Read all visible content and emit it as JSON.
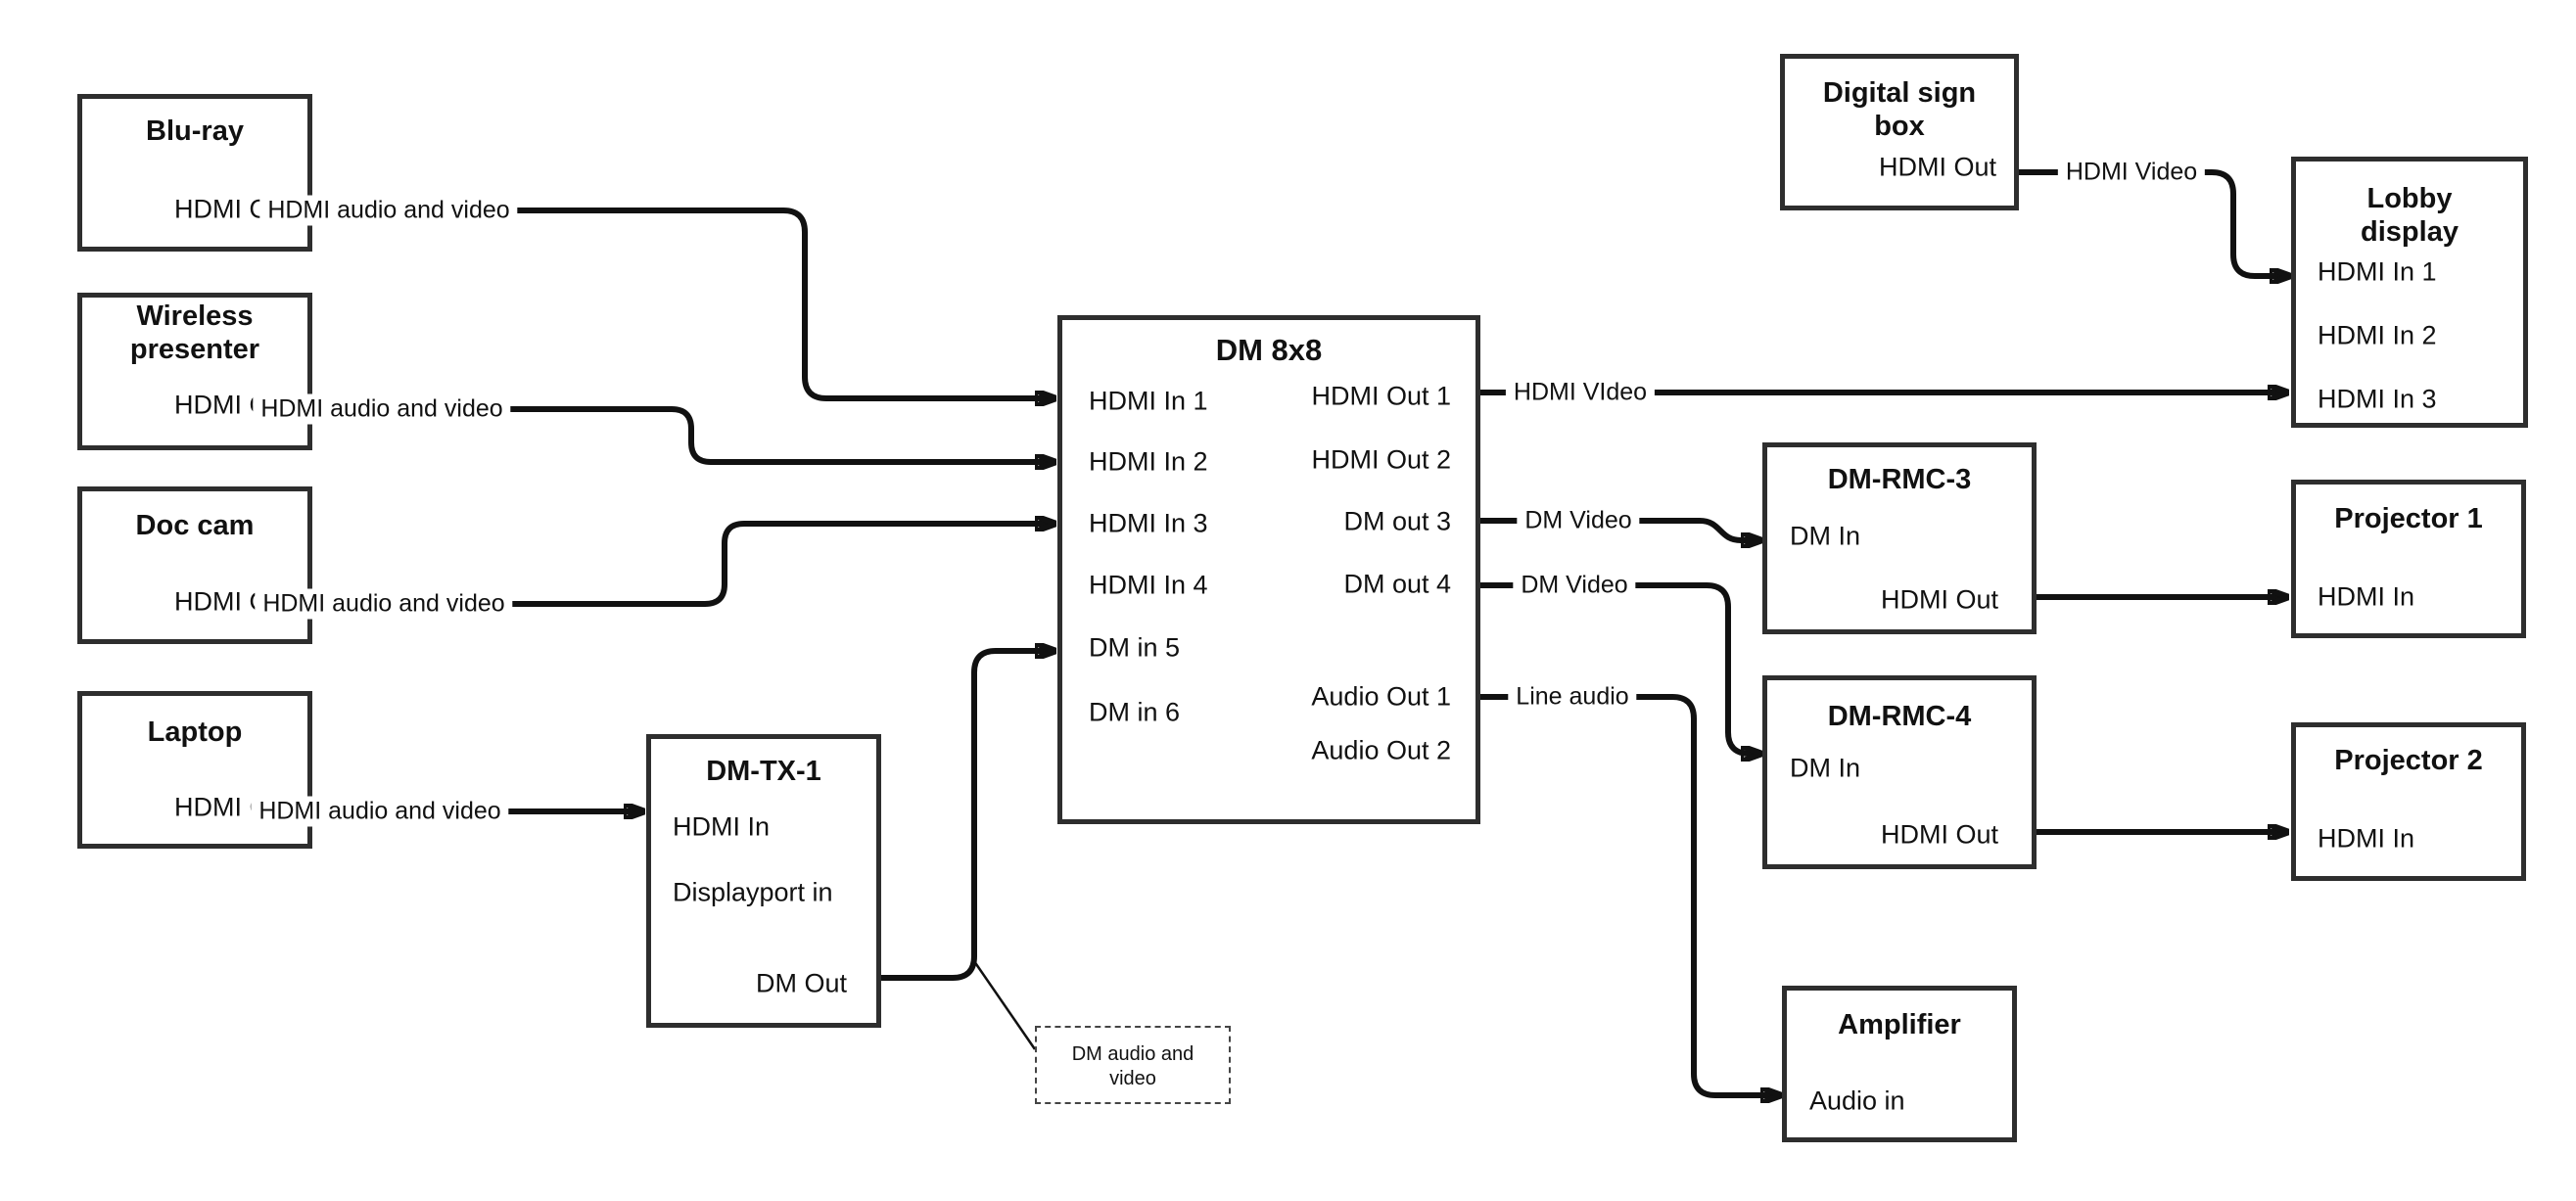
{
  "diagram": {
    "background_color": "#ffffff",
    "line_color": "#111111",
    "box_border_color": "#2e2e2e",
    "boxes": {
      "bluray": {
        "title": "Blu-ray",
        "hdmi_out": "HDMI Out"
      },
      "wireless": {
        "title_line1": "Wireless",
        "title_line2": "presenter",
        "hdmi_out": "HDMI Out"
      },
      "doccam": {
        "title": "Doc cam",
        "hdmi_out": "HDMI Out"
      },
      "laptop": {
        "title": "Laptop",
        "hdmi_out": "HDMI Out"
      },
      "dmtx1": {
        "title": "DM-TX-1",
        "hdmi_in": "HDMI In",
        "displayport_in": "Displayport in",
        "dm_out": "DM Out"
      },
      "dm8x8": {
        "title": "DM 8x8",
        "in1": "HDMI In 1",
        "in2": "HDMI In 2",
        "in3": "HDMI In 3",
        "in4": "HDMI In 4",
        "in5": "DM in 5",
        "in6": "DM in 6",
        "out1": "HDMI Out 1",
        "out2": "HDMI Out 2",
        "out3": "DM out 3",
        "out4": "DM out 4",
        "audio1": "Audio Out 1",
        "audio2": "Audio Out 2"
      },
      "digital_sign": {
        "title_line1": "Digital sign",
        "title_line2": "box",
        "hdmi_out": "HDMI Out"
      },
      "lobby": {
        "title_line1": "Lobby",
        "title_line2": "display",
        "in1": "HDMI In 1",
        "in2": "HDMI In 2",
        "in3": "HDMI In 3"
      },
      "dmrmc3": {
        "title": "DM-RMC-3",
        "dm_in": "DM In",
        "hdmi_out": "HDMI Out"
      },
      "proj1": {
        "title": "Projector 1",
        "hdmi_in": "HDMI In"
      },
      "dmrmc4": {
        "title": "DM-RMC-4",
        "dm_in": "DM In",
        "hdmi_out": "HDMI Out"
      },
      "proj2": {
        "title": "Projector 2",
        "hdmi_in": "HDMI In"
      },
      "amplifier": {
        "title": "Amplifier",
        "audio_in": "Audio in"
      }
    },
    "wire_labels": {
      "bluray_wire": "HDMI audio and video",
      "wireless_wire": "HDMI audio and video",
      "doccam_wire": "HDMI audio and video",
      "laptop_wire": "HDMI audio and video",
      "hdmi_out1_wire": "HDMI VIdeo",
      "dm_out3_wire": "DM Video",
      "dm_out4_wire": "DM Video",
      "audio_out1_wire": "Line audio",
      "digital_sign_wire": "HDMI Video"
    },
    "callout": {
      "line1": "DM audio and",
      "line2": "video"
    }
  }
}
